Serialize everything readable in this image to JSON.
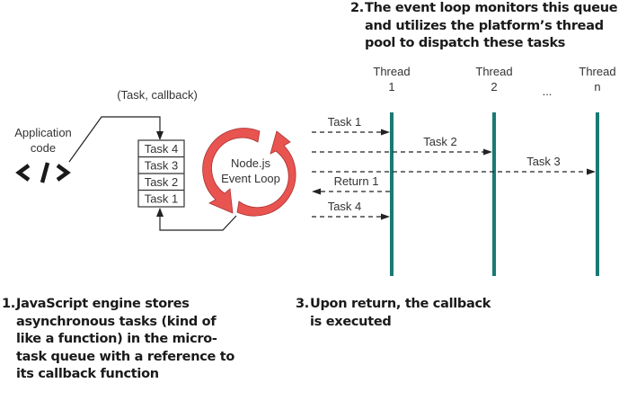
{
  "notes": {
    "step1": {
      "number": "1.",
      "text": "JavaScript engine stores asynchronous tasks (kind of like a function) in the micro-task queue with a reference to its callback function"
    },
    "step2": {
      "number": "2.",
      "text": "The event loop monitors this queue and utilizes the platform’s thread pool to dispatch these tasks"
    },
    "step3": {
      "number": "3.",
      "text": "Upon return, the callback is executed"
    }
  },
  "app_code": {
    "line1": "Application",
    "line2": "code",
    "icon": "code-brackets-icon"
  },
  "enqueue_label": "(Task, callback)",
  "queue": {
    "items": [
      "Task 4",
      "Task 3",
      "Task 2",
      "Task 1"
    ]
  },
  "event_loop": {
    "line1": "Node.js",
    "line2": "Event Loop",
    "color": "#e85450"
  },
  "threads": [
    {
      "line1": "Thread",
      "line2": "1"
    },
    {
      "line1": "Thread",
      "line2": "2"
    },
    {
      "line1": "Thread",
      "line2": "n"
    }
  ],
  "ellipsis": "...",
  "thread_color": "#1a7a73",
  "messages": [
    {
      "label": "Task 1",
      "direction": "to",
      "thread": 1
    },
    {
      "label": "Task 2",
      "direction": "to",
      "thread": 2
    },
    {
      "label": "Task 3",
      "direction": "to",
      "thread": 3
    },
    {
      "label": "Return 1",
      "direction": "from",
      "thread": 1
    },
    {
      "label": "Task 4",
      "direction": "to",
      "thread": 1
    }
  ]
}
